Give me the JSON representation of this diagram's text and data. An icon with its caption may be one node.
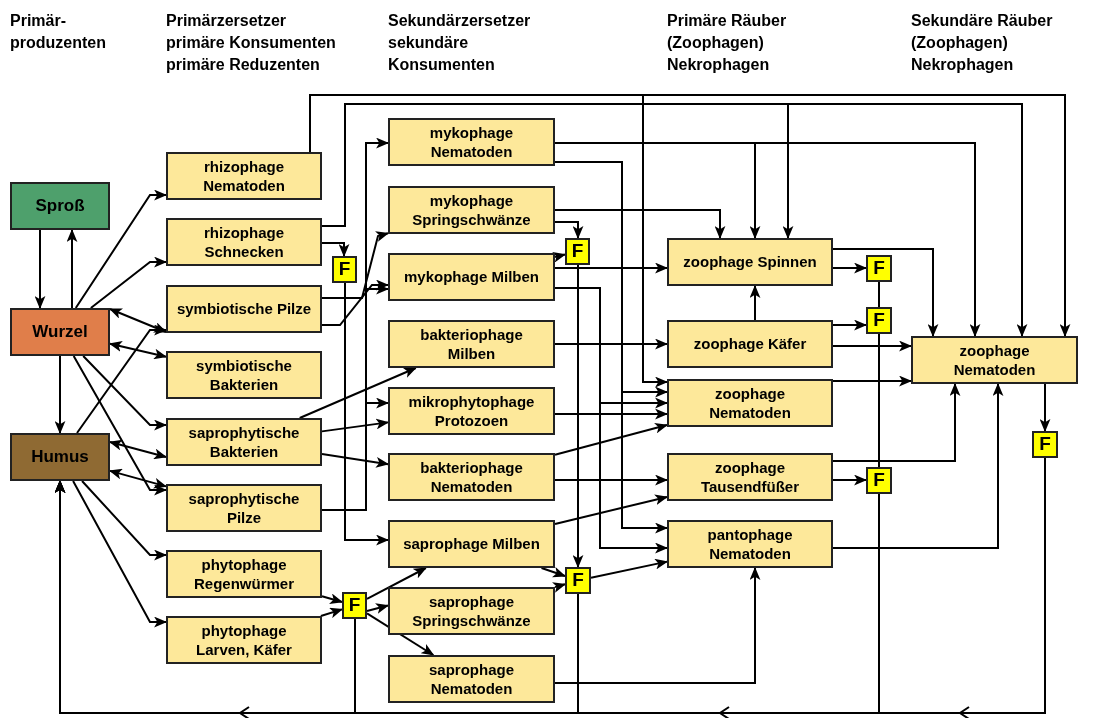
{
  "diagram": {
    "nodes": [
      {
        "text": [
          "Sproß"
        ]
      },
      {
        "text": [
          "Wurzel"
        ]
      },
      {
        "text": [
          "Humus"
        ]
      },
      {
        "text": [
          "rhizophage Nematoden"
        ]
      },
      {
        "text": [
          "rhizophage Schnecken"
        ]
      },
      {
        "text": [
          "symbiotische Pilze"
        ]
      },
      {
        "text": [
          "symbiotische Bakterien"
        ]
      },
      {
        "text": [
          "saprophytische Bakterien"
        ]
      },
      {
        "text": [
          "saprophytische Pilze"
        ]
      },
      {
        "text": [
          "phytophage Regenwürmer"
        ]
      },
      {
        "text": [
          "phytophage Larven, Käfer"
        ]
      },
      {
        "text": [
          "F"
        ]
      },
      {
        "text": [
          "F"
        ]
      },
      {
        "text": [
          "mykophage Nematoden"
        ]
      },
      {
        "text": [
          "mykophage Springschwänze"
        ]
      },
      {
        "text": [
          "mykophage Milben"
        ]
      },
      {
        "text": [
          "bakteriophage Milben"
        ]
      },
      {
        "text": [
          "mikrophytophage Protozoen"
        ]
      },
      {
        "text": [
          "bakteriophage Nematoden"
        ]
      },
      {
        "text": [
          "saprophage Milben"
        ]
      },
      {
        "text": [
          "saprophage Springschwänze"
        ]
      },
      {
        "text": [
          "saprophage Nematoden"
        ]
      },
      {
        "text": [
          "F"
        ]
      },
      {
        "text": [
          "F"
        ]
      },
      {
        "text": [
          "zoophage Spinnen"
        ]
      },
      {
        "text": [
          "zoophage Käfer"
        ]
      },
      {
        "text": [
          "zoophage Nematoden"
        ]
      },
      {
        "text": [
          "zoophage Tausendfüßer"
        ]
      },
      {
        "text": [
          "pantophage Nematoden"
        ]
      },
      {
        "text": [
          "F"
        ]
      },
      {
        "text": [
          "F"
        ]
      },
      {
        "text": [
          "F"
        ]
      },
      {
        "text": [
          "zoophage Nematoden"
        ]
      },
      {
        "text": [
          "F"
        ]
      }
    ],
    "edges": [
      {
        "from": 0,
        "to": 1,
        "arrow": "to"
      },
      {
        "from": 1,
        "to": 0,
        "arrow": "to"
      },
      {
        "from": 1,
        "to": 2,
        "arrow": "to"
      },
      {
        "from": 1,
        "to": 3,
        "arrow": "to"
      },
      {
        "from": 1,
        "to": 4,
        "arrow": "to"
      },
      {
        "from": 1,
        "to": 5,
        "arrow": "both"
      },
      {
        "from": 1,
        "to": 6,
        "arrow": "both"
      },
      {
        "from": 1,
        "to": 7,
        "arrow": "to"
      },
      {
        "from": 1,
        "to": 8,
        "arrow": "to"
      },
      {
        "from": 2,
        "to": 5,
        "arrow": "to"
      },
      {
        "from": 2,
        "to": 7,
        "arrow": "both"
      },
      {
        "from": 2,
        "to": 8,
        "arrow": "both"
      },
      {
        "from": 2,
        "to": 9,
        "arrow": "to"
      },
      {
        "from": 2,
        "to": 10,
        "arrow": "to"
      },
      {
        "from": 3,
        "to": 32,
        "arrow": "to"
      },
      {
        "from": 3,
        "to": 26,
        "arrow": "to"
      },
      {
        "from": 4,
        "to": 32,
        "arrow": "to"
      },
      {
        "from": 4,
        "to": 24,
        "arrow": "to"
      },
      {
        "from": 4,
        "to": 11,
        "arrow": "to"
      },
      {
        "from": 5,
        "to": 14,
        "arrow": "to"
      },
      {
        "from": 5,
        "to": 15,
        "arrow": "to"
      },
      {
        "from": 8,
        "to": 13,
        "arrow": "to"
      },
      {
        "from": 8,
        "to": 15,
        "arrow": "to"
      },
      {
        "from": 8,
        "to": 17,
        "arrow": "to"
      },
      {
        "from": 7,
        "to": 16,
        "arrow": "to"
      },
      {
        "from": 7,
        "to": 17,
        "arrow": "to"
      },
      {
        "from": 7,
        "to": 18,
        "arrow": "to"
      },
      {
        "from": 11,
        "to": 19,
        "arrow": "to"
      },
      {
        "from": 9,
        "to": 12,
        "arrow": "to"
      },
      {
        "from": 10,
        "to": 12,
        "arrow": "to"
      },
      {
        "from": 12,
        "to": 19,
        "arrow": "to"
      },
      {
        "from": 12,
        "to": 20,
        "arrow": "to"
      },
      {
        "from": 12,
        "to": 21,
        "arrow": "to"
      },
      {
        "from": 12,
        "to": 2,
        "arrow": "to"
      },
      {
        "from": 13,
        "to": 24,
        "arrow": "to"
      },
      {
        "from": 13,
        "to": 32,
        "arrow": "to"
      },
      {
        "from": 13,
        "to": 26,
        "arrow": "to"
      },
      {
        "from": 13,
        "to": 28,
        "arrow": "to"
      },
      {
        "from": 14,
        "to": 24,
        "arrow": "to"
      },
      {
        "from": 14,
        "to": 22,
        "arrow": "to"
      },
      {
        "from": 15,
        "to": 22,
        "arrow": "to"
      },
      {
        "from": 15,
        "to": 24,
        "arrow": "to"
      },
      {
        "from": 15,
        "to": 26,
        "arrow": "to"
      },
      {
        "from": 15,
        "to": 28,
        "arrow": "to"
      },
      {
        "from": 16,
        "to": 25,
        "arrow": "to"
      },
      {
        "from": 17,
        "to": 26,
        "arrow": "to"
      },
      {
        "from": 18,
        "to": 26,
        "arrow": "to"
      },
      {
        "from": 18,
        "to": 27,
        "arrow": "to"
      },
      {
        "from": 19,
        "to": 27,
        "arrow": "to"
      },
      {
        "from": 19,
        "to": 23,
        "arrow": "to"
      },
      {
        "from": 20,
        "to": 23,
        "arrow": "to"
      },
      {
        "from": 22,
        "to": 23,
        "arrow": "to"
      },
      {
        "from": 23,
        "to": 28,
        "arrow": "to"
      },
      {
        "from": 23,
        "to": 2,
        "arrow": "to"
      },
      {
        "from": 21,
        "to": 28,
        "arrow": "to"
      },
      {
        "from": 24,
        "to": 29,
        "arrow": "to"
      },
      {
        "from": 24,
        "to": 32,
        "arrow": "to"
      },
      {
        "from": 25,
        "to": 24,
        "arrow": "to"
      },
      {
        "from": 25,
        "to": 30,
        "arrow": "to"
      },
      {
        "from": 25,
        "to": 32,
        "arrow": "to"
      },
      {
        "from": 26,
        "to": 32,
        "arrow": "to"
      },
      {
        "from": 27,
        "to": 31,
        "arrow": "to"
      },
      {
        "from": 27,
        "to": 32,
        "arrow": "to"
      },
      {
        "from": 28,
        "to": 32,
        "arrow": "to"
      },
      {
        "from": 29,
        "to": 30,
        "arrow": "none"
      },
      {
        "from": 30,
        "to": 31,
        "arrow": "none"
      },
      {
        "from": 31,
        "to": 2,
        "arrow": "to"
      },
      {
        "from": 32,
        "to": 33,
        "arrow": "to"
      },
      {
        "from": 33,
        "to": 2,
        "arrow": "to"
      }
    ],
    "labels": [
      "Primär-",
      "produzenten",
      "Primärzersetzer",
      "primäre Konsumenten",
      "primäre Reduzenten",
      "Sekundärzersetzer",
      "sekundäre",
      "Konsumenten",
      "Primäre Räuber",
      "(Zoophagen)",
      "Nekrophagen",
      "Sekundäre Räuber",
      "(Zoophagen)",
      "Nekrophagen"
    ]
  }
}
